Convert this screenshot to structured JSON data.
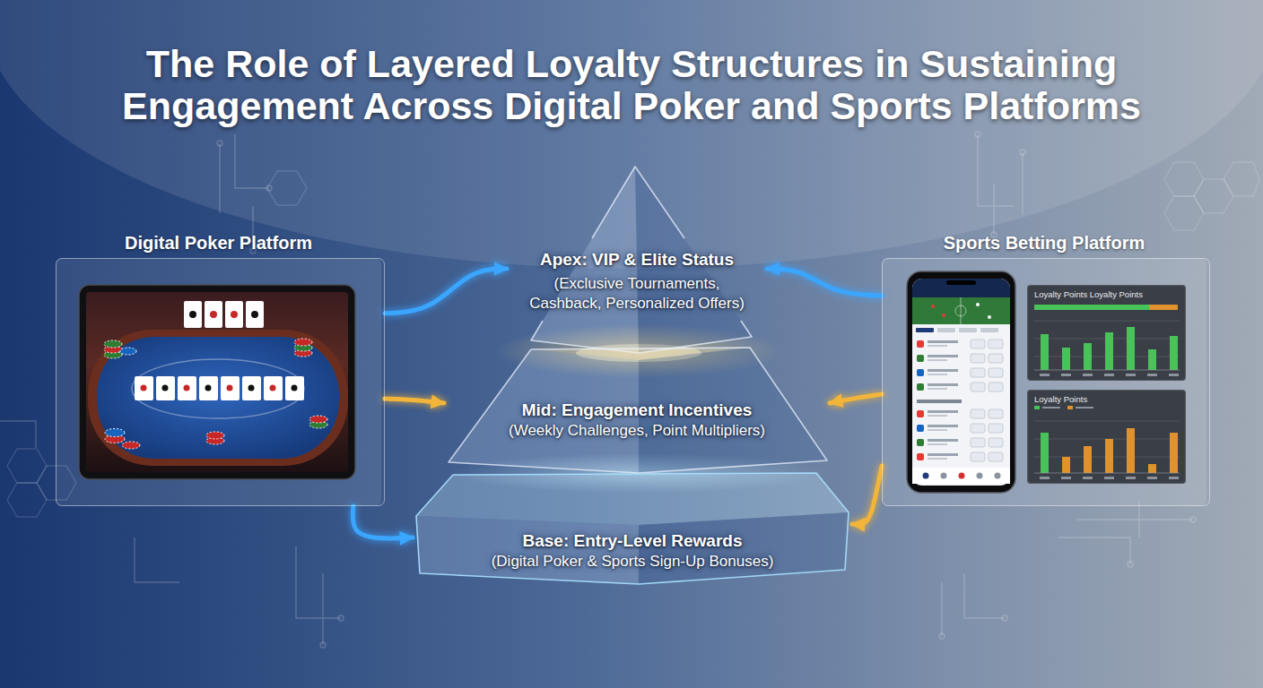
{
  "diagram": {
    "title": "The Role of Layered Loyalty Structures in Sustaining Engagement Across Digital Poker and Sports Platforms",
    "nodes": [
      {
        "text": [
          "Digital Poker Platform"
        ]
      },
      {
        "text": [
          "Apex: VIP & Elite Status",
          "(Exclusive Tournaments, Cashback, Personalized Offers)"
        ]
      },
      {
        "text": [
          "Mid: Engagement Incentives",
          "(Weekly Challenges, Point Multipliers)"
        ]
      },
      {
        "text": [
          "Base: Entry-Level Rewards",
          "(Digital Poker & Sports Sign-Up Bonuses)"
        ]
      },
      {
        "text": [
          "Sports Betting Platform"
        ]
      },
      {
        "text": [
          "Loyalty Points Loyalty Points"
        ],
        "in": 4
      },
      {
        "text": [
          "Loyalty Points"
        ],
        "in": 4
      }
    ],
    "edges": [
      {
        "from": 0,
        "to": 1,
        "arrow": "to"
      },
      {
        "from": 0,
        "to": 2,
        "arrow": "to"
      },
      {
        "from": 0,
        "to": 3,
        "arrow": "to"
      },
      {
        "from": 4,
        "to": 1,
        "arrow": "to"
      },
      {
        "from": 4,
        "to": 2,
        "arrow": "to"
      },
      {
        "from": 4,
        "to": 3,
        "arrow": "to"
      }
    ]
  }
}
